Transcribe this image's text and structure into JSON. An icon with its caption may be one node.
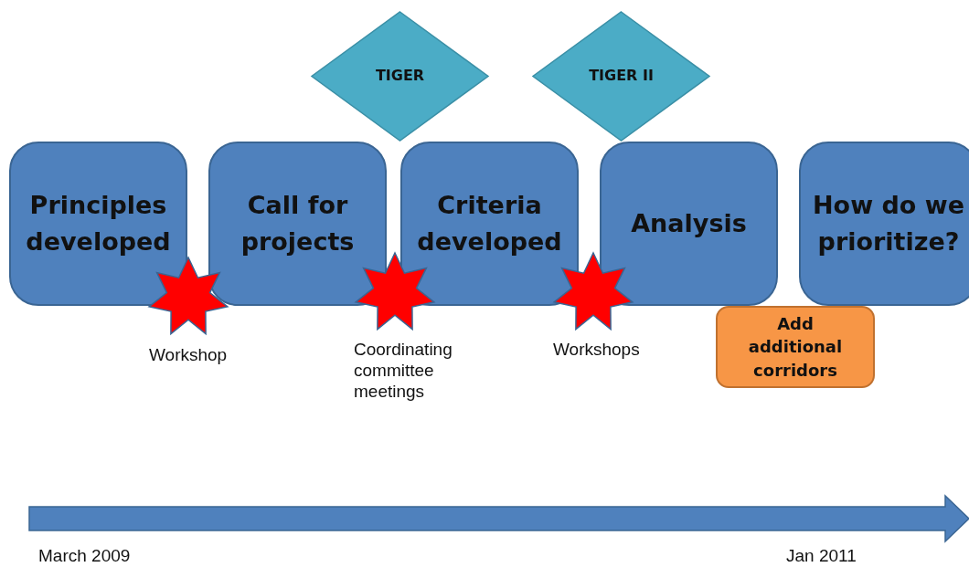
{
  "diagram": {
    "nodes": [
      {
        "text": [
          "Principles developed"
        ]
      },
      {
        "text": [
          "Call for projects"
        ]
      },
      {
        "text": [
          "Criteria developed"
        ]
      },
      {
        "text": [
          "Analysis"
        ]
      },
      {
        "text": [
          "How do we prioritize?"
        ]
      },
      {
        "text": [
          "TIGER"
        ]
      },
      {
        "text": [
          "TIGER II"
        ]
      },
      {
        "text": [],
        "shape": "star",
        "beside": [
          "Workshop"
        ]
      },
      {
        "text": [],
        "shape": "star",
        "beside": [
          "Coordinating committee meetings"
        ]
      },
      {
        "text": [],
        "shape": "star",
        "beside": [
          "Workshops"
        ]
      },
      {
        "text": [
          "Add additional corridors"
        ]
      }
    ],
    "edges": [],
    "labels": [
      "March 2009",
      "Jan 2011"
    ]
  }
}
